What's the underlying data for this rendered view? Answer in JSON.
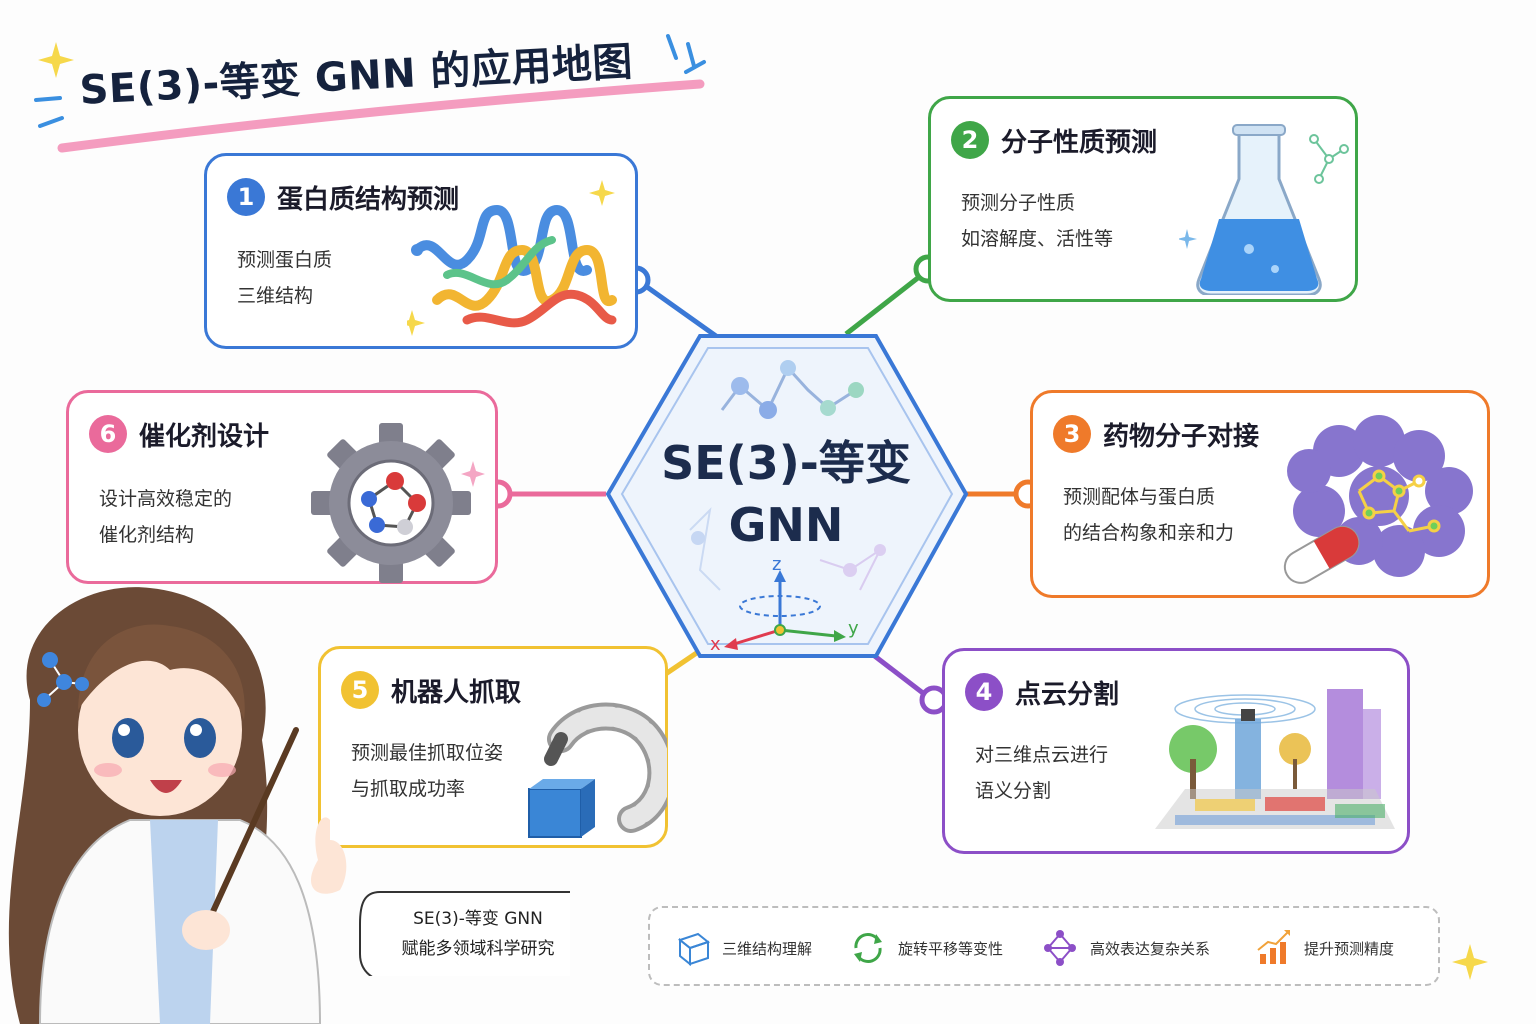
{
  "title": "SE(3)-等变 GNN 的应用地图",
  "hub": {
    "line1": "SE(3)-等变",
    "line2": "GNN",
    "axes": {
      "x": "x",
      "y": "y",
      "z": "z"
    }
  },
  "colors": {
    "protein": "#3a78d6",
    "molecule": "#3fa648",
    "docking": "#ef7a2a",
    "pointcloud": "#8c4fc7",
    "robot": "#f1c232",
    "catalyst": "#ea6a9b"
  },
  "cards": [
    {
      "id": "protein",
      "number": "1",
      "title": "蛋白质结构预测",
      "desc": [
        "预测蛋白质",
        "三维结构"
      ]
    },
    {
      "id": "molecule",
      "number": "2",
      "title": "分子性质预测",
      "desc": [
        "预测分子性质",
        "如溶解度、活性等"
      ]
    },
    {
      "id": "docking",
      "number": "3",
      "title": "药物分子对接",
      "desc": [
        "预测配体与蛋白质",
        "的结合构象和亲和力"
      ]
    },
    {
      "id": "pointcloud",
      "number": "4",
      "title": "点云分割",
      "desc": [
        "对三维点云进行",
        "语义分割"
      ]
    },
    {
      "id": "robot",
      "number": "5",
      "title": "机器人抓取",
      "desc": [
        "预测最佳抓取位姿",
        "与抓取成功率"
      ]
    },
    {
      "id": "catalyst",
      "number": "6",
      "title": "催化剂设计",
      "desc": [
        "设计高效稳定的",
        "催化剂结构"
      ]
    }
  ],
  "speech": {
    "line1": "SE(3)-等变 GNN",
    "line2": "赋能多领域科学研究"
  },
  "legend": [
    {
      "icon": "cube-icon",
      "label": "三维结构理解"
    },
    {
      "icon": "rotate-arrows-icon",
      "label": "旋转平移等变性"
    },
    {
      "icon": "graph-network-icon",
      "label": "高效表达复杂关系"
    },
    {
      "icon": "bar-chart-up-icon",
      "label": "提升预测精度"
    }
  ]
}
